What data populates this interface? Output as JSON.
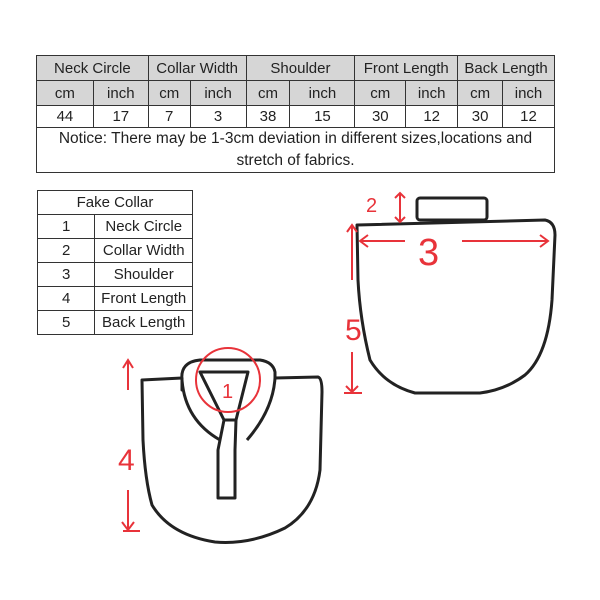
{
  "size_table": {
    "headers": [
      "Neck Circle",
      "Collar Width",
      "Shoulder",
      "Front Length",
      "Back Length"
    ],
    "units": [
      "cm",
      "inch",
      "cm",
      "inch",
      "cm",
      "inch",
      "cm",
      "inch",
      "cm",
      "inch"
    ],
    "values": [
      "44",
      "17",
      "7",
      "3",
      "38",
      "15",
      "30",
      "12",
      "30",
      "12"
    ],
    "notice": "Notice: There may be 1-3cm deviation in different sizes,locations and stretch of fabrics."
  },
  "legend_table": {
    "title": "Fake Collar",
    "rows": [
      {
        "num": "1",
        "label": "Neck Circle"
      },
      {
        "num": "2",
        "label": "Collar Width"
      },
      {
        "num": "3",
        "label": "Shoulder"
      },
      {
        "num": "4",
        "label": "Front Length"
      },
      {
        "num": "5",
        "label": "Back Length"
      }
    ]
  },
  "diagram_labels": {
    "neck": "1",
    "collar": "2",
    "shoulder": "3",
    "front": "4",
    "back": "5"
  },
  "colors": {
    "annotation": "#e8333a",
    "outline": "#222222",
    "header_bg": "#d6d6d6"
  }
}
